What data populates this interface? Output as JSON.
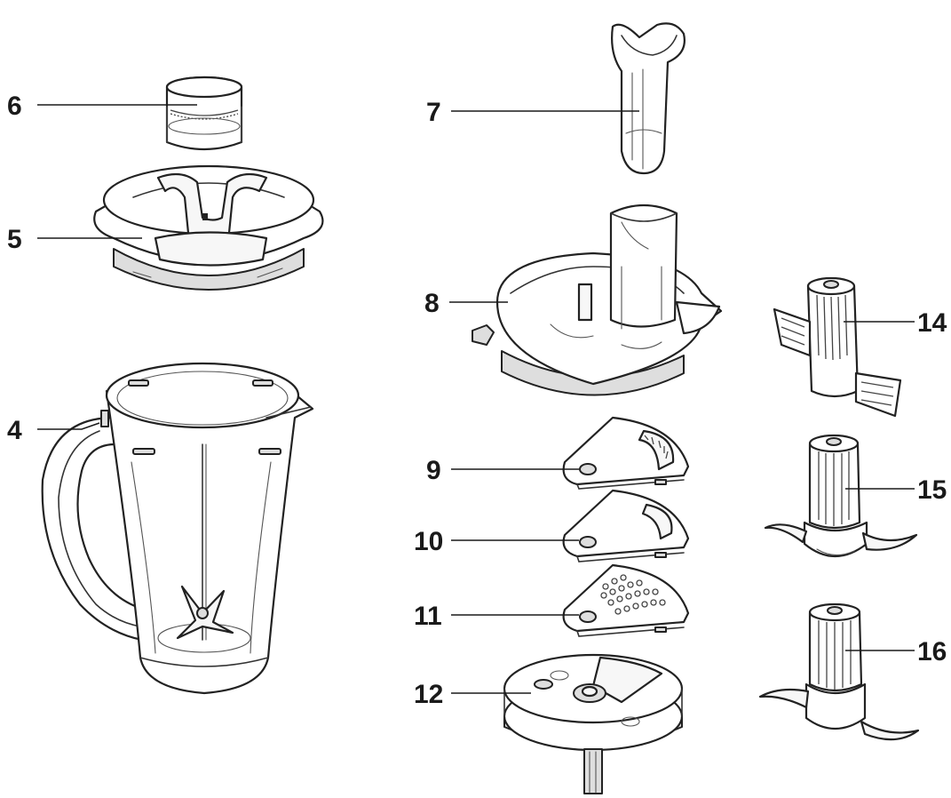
{
  "callouts": [
    {
      "id": "c4",
      "label": "4"
    },
    {
      "id": "c5",
      "label": "5"
    },
    {
      "id": "c6",
      "label": "6"
    },
    {
      "id": "c7",
      "label": "7"
    },
    {
      "id": "c8",
      "label": "8"
    },
    {
      "id": "c9",
      "label": "9"
    },
    {
      "id": "c10",
      "label": "10"
    },
    {
      "id": "c11",
      "label": "11"
    },
    {
      "id": "c12",
      "label": "12"
    },
    {
      "id": "c14",
      "label": "14"
    },
    {
      "id": "c15",
      "label": "15"
    },
    {
      "id": "c16",
      "label": "16"
    }
  ],
  "colors": {
    "ink": "#1a1a1a",
    "fill_light": "#f7f7f7",
    "fill_shade": "#dedede",
    "background": "#ffffff"
  }
}
